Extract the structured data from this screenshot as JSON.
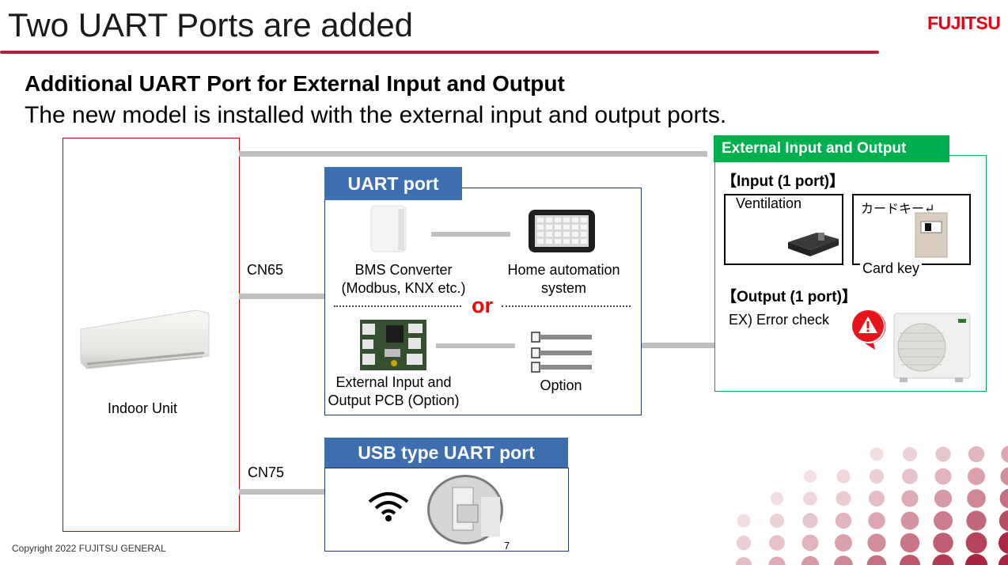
{
  "slide": {
    "title": "Two UART Ports are added",
    "logo": "FUJITSU",
    "subtitle": "Additional UART Port for External Input and Output",
    "description": "The new model is installed with the external input and output ports.",
    "copyright": "Copyright 2022 FUJITSU GENERAL",
    "page_number": "7"
  },
  "indoor_unit": {
    "label": "Indoor Unit"
  },
  "connectors": {
    "cn65": "CN65",
    "cn75": "CN75"
  },
  "uart_port": {
    "title": "UART port",
    "bms_converter": [
      "BMS Converter",
      "(Modbus, KNX etc.)"
    ],
    "home_automation": [
      "Home automation",
      "system"
    ],
    "or": "or",
    "pcb": [
      "External Input and",
      "Output PCB (Option)"
    ],
    "option": "Option"
  },
  "usb_uart_port": {
    "title": "USB type UART port"
  },
  "external_io": {
    "title": "External Input and Output",
    "input_heading": "【Input (1 port)】",
    "ventilation": "Ventilation",
    "card_key_sign": "カードキー↵",
    "card_key": "Card key",
    "output_heading": "【Output (1 port)】",
    "error_check": "EX) Error check"
  },
  "colors": {
    "accent_red": "#a8243f",
    "uart_blue": "#3d6fb0",
    "green": "#00b050",
    "or_red": "#ff0000"
  },
  "icons": [
    "wifi-icon",
    "warning-icon"
  ]
}
